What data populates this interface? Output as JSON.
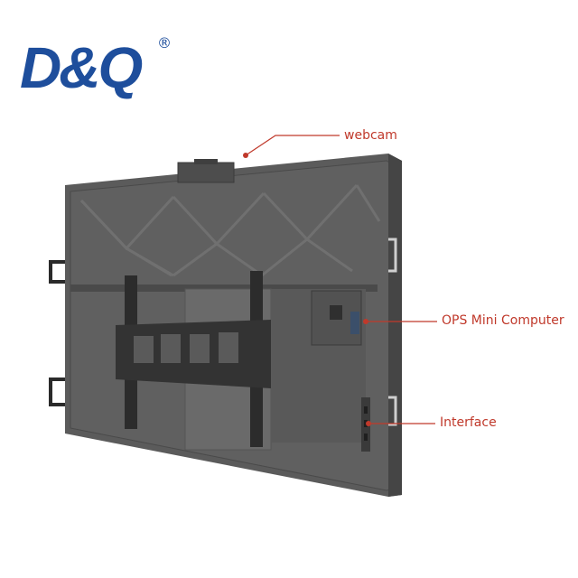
{
  "brand": {
    "logo_text": "D&Q",
    "registered_mark": "®",
    "color": "#1e4e9c"
  },
  "callouts": {
    "webcam": "webcam",
    "ops": "OPS Mini Computer",
    "interface": "Interface",
    "color": "#c0392b"
  }
}
